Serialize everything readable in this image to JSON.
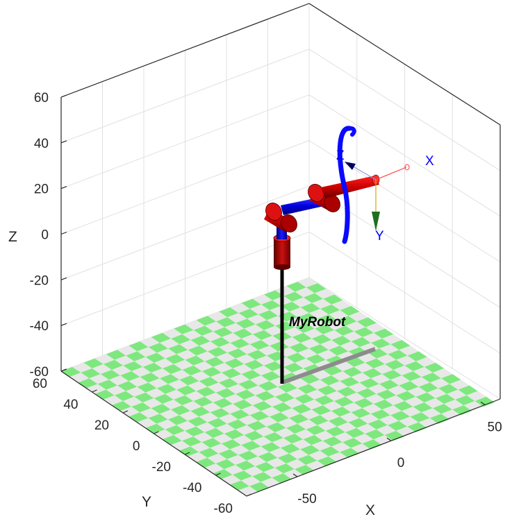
{
  "axes": {
    "xlabel": "X",
    "ylabel": "Y",
    "zlabel": "Z",
    "xticks": [
      "-50",
      "0",
      "50"
    ],
    "yticks": [
      "-60",
      "-40",
      "-20",
      "0",
      "20",
      "40",
      "60"
    ],
    "zticks": [
      "60",
      "40",
      "20",
      "0",
      "-20",
      "-40",
      "-60"
    ],
    "grid": true
  },
  "robot": {
    "name": "MyRobot",
    "colors": {
      "links": "#0000ff",
      "joints": "#cc0000",
      "floor_a": "#7ee87e",
      "floor_b": "#e8e8e8",
      "pedestal": "#000000",
      "shadow": "#8c8c8c"
    }
  },
  "end_frame": {
    "x_label": "X",
    "y_label": "Y",
    "z_label": "Z",
    "x_color": "#ff0000",
    "y_color": "#2e8b2e",
    "z_color": "#0000cc"
  }
}
